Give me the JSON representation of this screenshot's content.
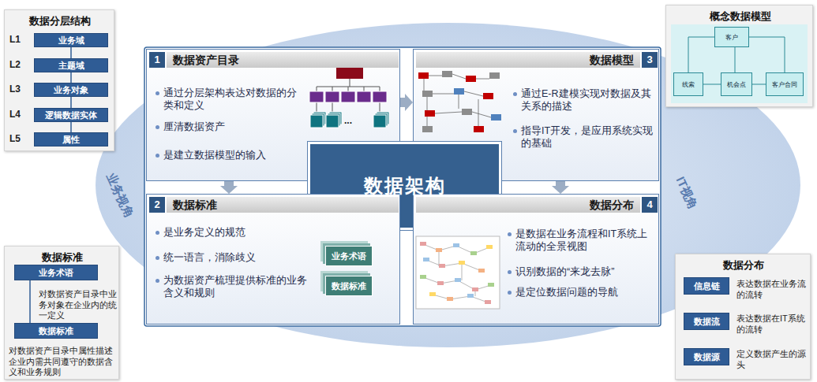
{
  "diagram": {
    "nodes": [
      {
        "text": [
          "数据分层结构"
        ]
      },
      {
        "text": [
          "业务域"
        ],
        "in": 0
      },
      {
        "text": [
          "主题域"
        ],
        "in": 0
      },
      {
        "text": [
          "业务对象"
        ],
        "in": 0
      },
      {
        "text": [
          "逻辑数据实体"
        ],
        "in": 0
      },
      {
        "text": [
          "属性"
        ],
        "in": 0
      },
      {
        "text": [
          "概念数据模型"
        ]
      },
      {
        "text": [
          "客户"
        ],
        "in": 6
      },
      {
        "text": [
          "线索"
        ],
        "in": 6
      },
      {
        "text": [
          "机会点"
        ],
        "in": 6
      },
      {
        "text": [
          "客户合同"
        ],
        "in": 6
      },
      {
        "text": [
          "业务视角",
          "IT视角"
        ]
      },
      {
        "text": [
          "1",
          "数据资产目录",
          "通过分层架构表达对数据的分类和定义",
          "厘清数据资产",
          "是建立数据模型的输入"
        ],
        "in": 11
      },
      {
        "text": [
          "3",
          "数据模型",
          "通过E-R建模实现对数据及其关系的描述",
          "指导IT开发，是应用系统实现的基础"
        ],
        "in": 11
      },
      {
        "text": [
          "数据架构"
        ],
        "in": 11
      },
      {
        "text": [
          "2",
          "数据标准",
          "是业务定义的规范",
          "统一语言，消除歧义",
          "为数据资产梳理提供标准的业务含义和规则"
        ],
        "in": 11
      },
      {
        "text": [
          "4",
          "数据分布",
          "是数据在业务流程和IT系统上流动的全景视图",
          "识别数据的“来龙去脉”",
          "是定位数据问题的导航"
        ],
        "in": 11
      },
      {
        "text": [
          "业务术语"
        ],
        "in": 15
      },
      {
        "text": [
          "数据标准"
        ],
        "in": 15
      },
      {
        "text": [
          "数据标准",
          "对数据资产目录中业务对象在企业内的统一定义",
          "对数据资产目录中属性描述企业内需共同遵守的数据含义和业务规则"
        ]
      },
      {
        "text": [
          "业务术语"
        ],
        "in": 19
      },
      {
        "text": [
          "数据标准"
        ],
        "in": 19
      },
      {
        "text": [
          "数据分布",
          "表达数据在业务流的流转",
          "表达数据在IT系统的流转",
          "定义数据产生的源头"
        ]
      },
      {
        "text": [
          "信息链"
        ],
        "in": 22
      },
      {
        "text": [
          "数据流"
        ],
        "in": 22
      },
      {
        "text": [
          "数据源"
        ],
        "in": 22
      }
    ],
    "edges": [
      {
        "from": 1,
        "to": 2,
        "arrow": "none"
      },
      {
        "from": 2,
        "to": 3,
        "arrow": "none"
      },
      {
        "from": 3,
        "to": 4,
        "arrow": "none"
      },
      {
        "from": 4,
        "to": 5,
        "arrow": "none"
      },
      {
        "from": 7,
        "to": 8,
        "arrow": "none"
      },
      {
        "from": 7,
        "to": 9,
        "arrow": "none"
      },
      {
        "from": 7,
        "to": 10,
        "arrow": "none"
      },
      {
        "from": 8,
        "to": 9,
        "arrow": "none"
      },
      {
        "from": 9,
        "to": 10,
        "arrow": "none"
      },
      {
        "from": 12,
        "to": 13,
        "arrow": "to"
      },
      {
        "from": 12,
        "to": 15,
        "arrow": "to"
      },
      {
        "from": 13,
        "to": 16,
        "arrow": "to"
      },
      {
        "from": 20,
        "to": 21,
        "arrow": "none"
      }
    ],
    "labels": [
      "L1",
      "L2",
      "L3",
      "L4",
      "L5",
      "..."
    ]
  }
}
